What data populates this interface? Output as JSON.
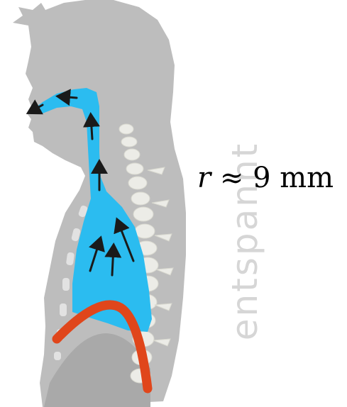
{
  "label_state": "entspannt",
  "formula": {
    "variable": "r",
    "relation": "≈",
    "value": "9",
    "unit": "mm"
  },
  "colors": {
    "body": "#bdbdbd",
    "airway": "#2bbcf0",
    "diaphragm": "#e0461b",
    "spine": "#ecece7",
    "arrow": "#1a1a1a",
    "label_text": "#d6d6d6"
  },
  "icons": [
    "human-torso-silhouette",
    "airway-region",
    "diaphragm-arc",
    "spine-vertebrae",
    "airflow-arrow"
  ]
}
